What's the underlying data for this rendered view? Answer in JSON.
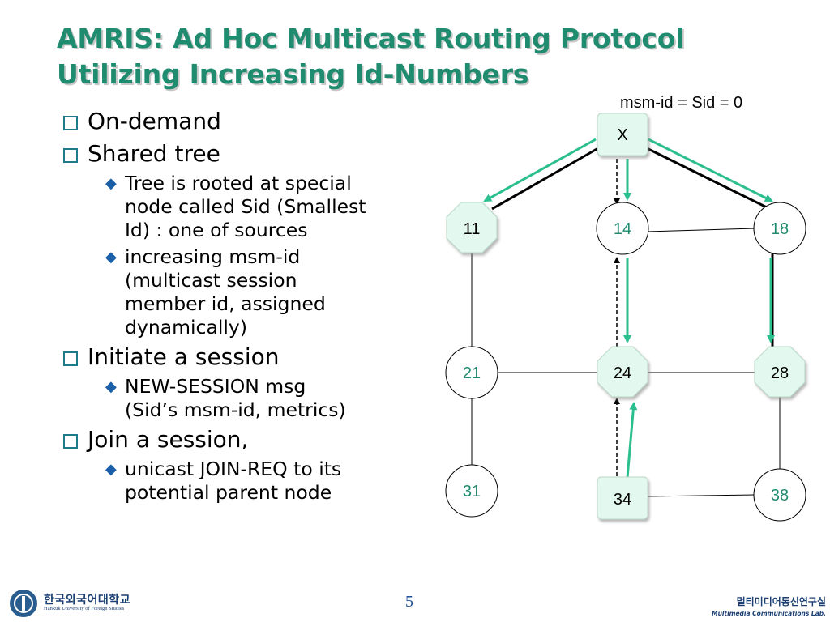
{
  "title": {
    "line1": "AMRIS: Ad Hoc Multicast Routing Protocol",
    "line2": "Utilizing Increasing Id-Numbers"
  },
  "bullets": [
    {
      "text": "On-demand",
      "sub": []
    },
    {
      "text": "Shared tree",
      "sub": [
        {
          "lines": [
            "Tree is rooted at special",
            "node called Sid (Smallest",
            "Id) : one of sources"
          ]
        },
        {
          "lines": [
            "increasing msm-id",
            "(multicast session",
            "member id, assigned",
            "dynamically)"
          ]
        }
      ]
    },
    {
      "text": "Initiate a session",
      "sub": [
        {
          "lines": [
            "NEW-SESSION msg",
            "(Sid’s msm-id, metrics)"
          ]
        }
      ]
    },
    {
      "text": "Join a session,",
      "sub": [
        {
          "lines": [
            "unicast  JOIN-REQ to its",
            "potential parent node"
          ]
        }
      ]
    }
  ],
  "diagram": {
    "root_note": "msm-id = Sid = 0",
    "nodes": [
      {
        "id": "X",
        "shape": "rounded-square",
        "label_color": "#000000"
      },
      {
        "id": "11",
        "shape": "octagon",
        "label_color": "#000000"
      },
      {
        "id": "14",
        "shape": "circle",
        "label_color": "#1f8b6f"
      },
      {
        "id": "18",
        "shape": "circle",
        "label_color": "#1f8b6f"
      },
      {
        "id": "21",
        "shape": "circle",
        "label_color": "#1f8b6f"
      },
      {
        "id": "24",
        "shape": "octagon",
        "label_color": "#000000"
      },
      {
        "id": "28",
        "shape": "octagon",
        "label_color": "#000000"
      },
      {
        "id": "31",
        "shape": "circle",
        "label_color": "#1f8b6f"
      },
      {
        "id": "34",
        "shape": "rounded-square",
        "label_color": "#000000"
      },
      {
        "id": "38",
        "shape": "circle",
        "label_color": "#1f8b6f"
      }
    ]
  },
  "colors": {
    "title": "#1f8b6f",
    "accent_arrow": "#2bbf8f",
    "node_fill": "#e3f8ee"
  },
  "footer": {
    "page_number": "5",
    "university_korean": "한국외국어대학교",
    "university_english": "Hankuk University of Foreign Studies",
    "lab_korean": "멀티미디어통신연구실",
    "lab_english": "Multimedia Communications Lab."
  }
}
